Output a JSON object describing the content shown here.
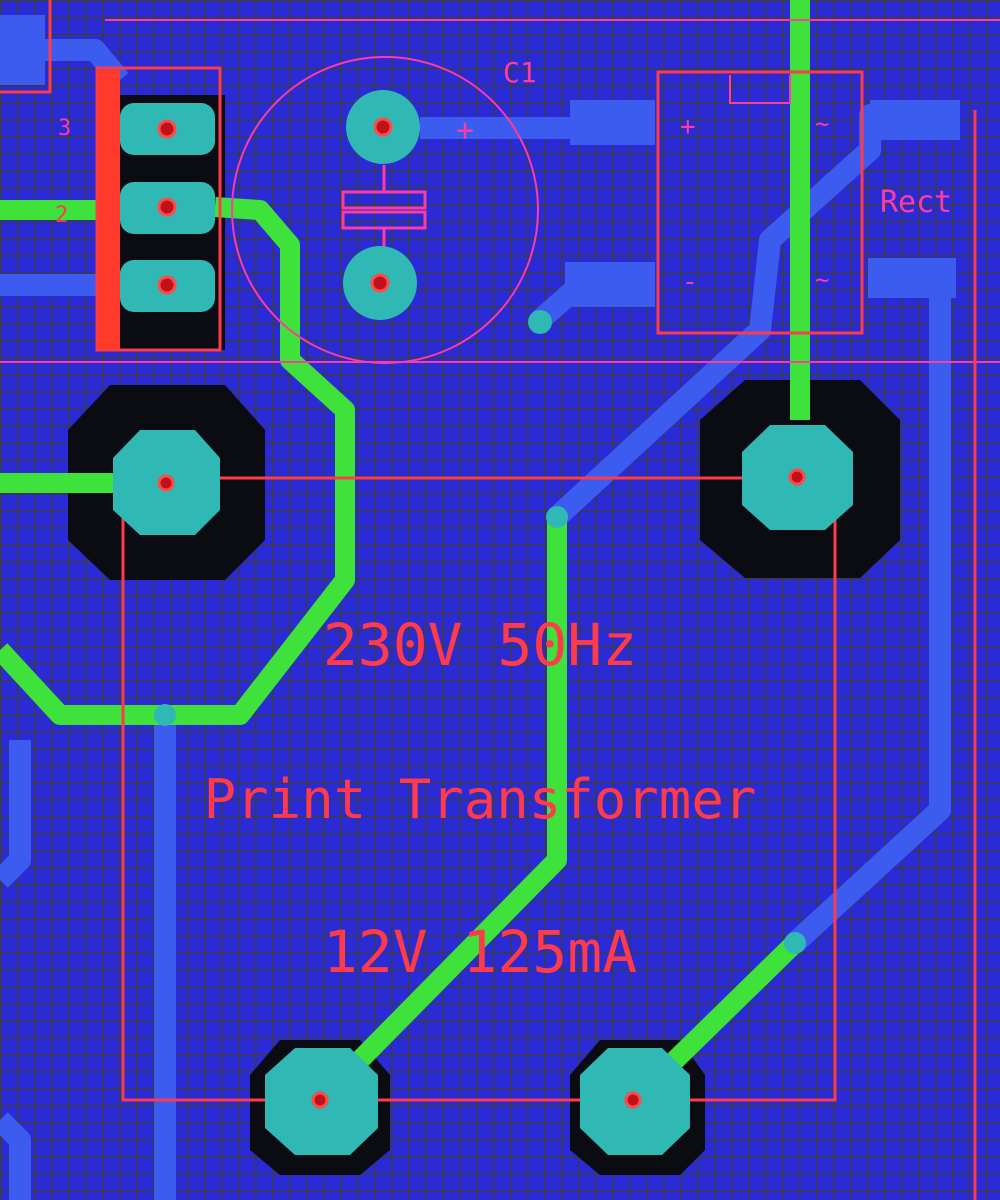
{
  "colors": {
    "board": "#2a2ad6",
    "grid": "#3a3a48",
    "clearance": "#0b0b12",
    "top_trace": "#3fe23a",
    "bottom_trace": "#3c5cf0",
    "pad": "#2fb8b4",
    "silkscreen": "#ff3a4a",
    "outline": "#ff3aa0"
  },
  "components": {
    "capacitor": {
      "ref": "C1",
      "plus": "+"
    },
    "rectifier": {
      "ref": "Rect",
      "plus": "+",
      "minus": "-",
      "ac1": "~",
      "ac2": "~"
    },
    "connector": {
      "pin1": "3",
      "pin2": "2"
    },
    "transformer": {
      "line1": "230V 50Hz",
      "line2": "Print Transformer",
      "line3": "12V 125mA"
    }
  }
}
